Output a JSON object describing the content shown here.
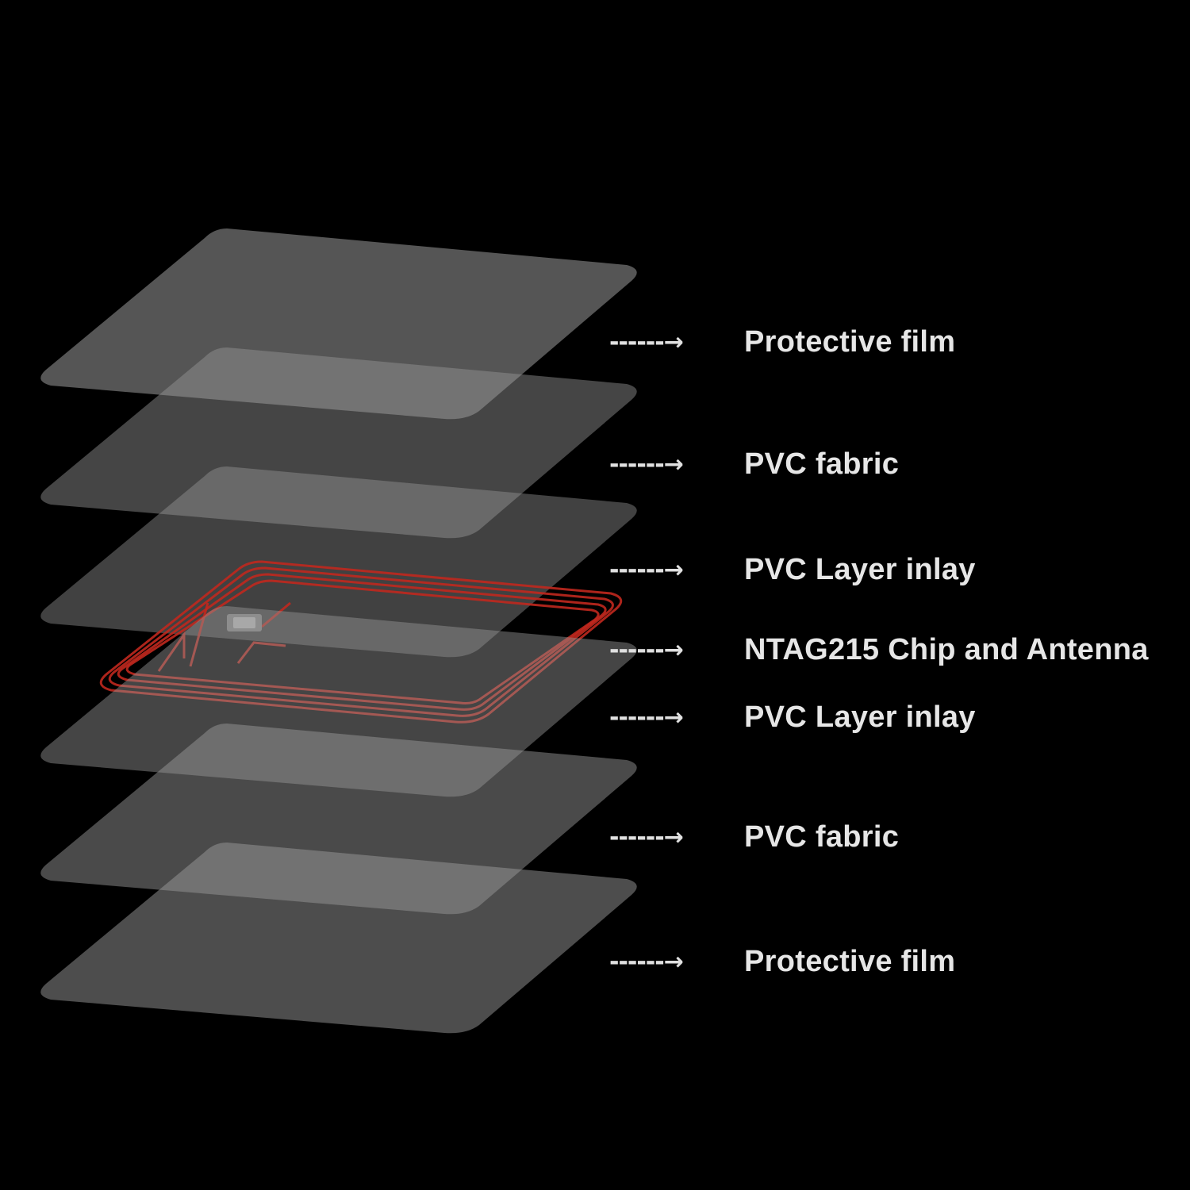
{
  "diagram": {
    "layers": [
      {
        "label": "Protective film",
        "arrow": "------→"
      },
      {
        "label": "PVC fabric",
        "arrow": "------→"
      },
      {
        "label": "PVC Layer inlay",
        "arrow": "------→"
      },
      {
        "label": "NTAG215 Chip and Antenna",
        "arrow": "------→"
      },
      {
        "label": "PVC Layer inlay",
        "arrow": "------→"
      },
      {
        "label": "PVC fabric",
        "arrow": "------→"
      },
      {
        "label": "Protective film",
        "arrow": "------→"
      }
    ],
    "colors": {
      "background": "#000000",
      "card_fill": "#9a9a9a",
      "antenna": "#c0281e",
      "label_text": "#e6e6e6"
    }
  }
}
